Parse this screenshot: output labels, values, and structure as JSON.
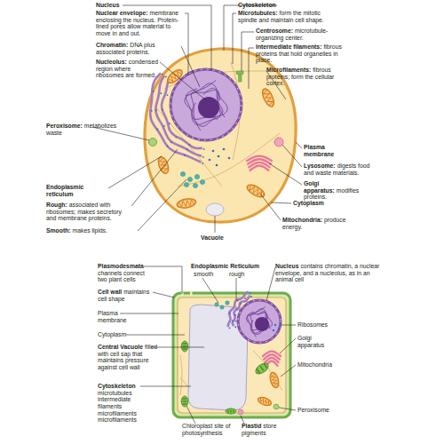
{
  "diagram": {
    "labels": [
      "Nucleus",
      "Nuclear envelope:",
      "membrane enclosing the nucleus. Protein-lined pores allow material to move in and out.",
      "Chromatin:",
      "DNA plus associated proteins.",
      "Nucleolus:",
      "condensed region where ribosomes are formed.",
      "Peroxisome:",
      "metabolizes waste",
      "Endoplasmic reticulum",
      "Rough:",
      "associated with ribosomes; makes secretory and membrane proteins.",
      "Smooth:",
      "makes lipids.",
      "Vacuole",
      "Cytoskeleton",
      "Microtubules:",
      "form the mitotic spindle and maintain cell shape.",
      "Centrosome:",
      "microtubule-organizing center.",
      "Intermediate filaments:",
      "fibrous proteins that hold organelles in place.",
      "Microfilaments:",
      "fibrous proteins; form the cellular cortex.",
      "Plasma membrane",
      "Lysosome:",
      "digests food and waste materials.",
      "Golgi apparatus:",
      "modifies proteins.",
      "Cytoplasm",
      "Mitochondria:",
      "produce energy.",
      "Plasmodesmata",
      "channels connect two plant cells",
      "Endoplasmic Reticulum",
      "smooth",
      "rough",
      "Nucleus",
      "contains chromatin, a nuclear envelope, and a nucleolus, as in an animal cell",
      "Cell wall",
      "maintains cell shape",
      "Plasma membrane",
      "Cytoplasm",
      "Central Vacuole",
      "filled with cell sap that maintains pressure against cell wall",
      "Cytoskeleton",
      "microtubules intermediate filaments microfilaments microfilaments",
      "Chloroplast site of photosynthesis",
      "Plastid",
      "store pigments",
      "Ribosomes",
      "Golgi apparatus",
      "Mitochondria",
      "Peroxisome"
    ]
  }
}
